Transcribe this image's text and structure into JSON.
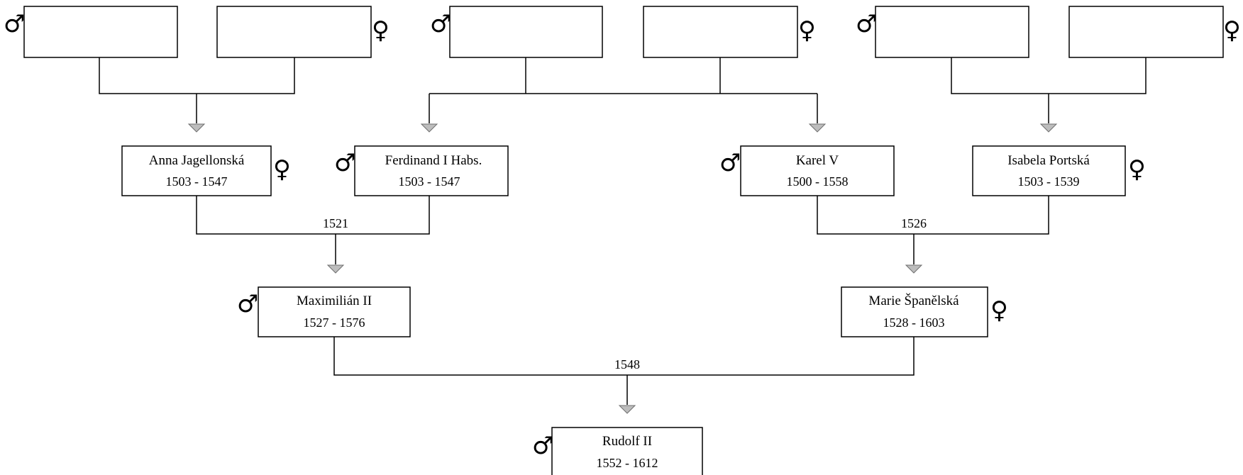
{
  "symbols": {
    "male": "♂",
    "female": "♀"
  },
  "people": {
    "rudolf": {
      "name": "Rudolf II",
      "years": "1552 - 1612",
      "sex": "male"
    },
    "maximilian": {
      "name": "Maximilián II",
      "years": "1527 - 1576",
      "sex": "male"
    },
    "marie": {
      "name": "Marie Španělská",
      "years": "1528 - 1603",
      "sex": "female"
    },
    "anna": {
      "name": "Anna Jagellonská",
      "years": "1503 - 1547",
      "sex": "female"
    },
    "ferdinand": {
      "name": "Ferdinand I Habs.",
      "years": "1503 - 1547",
      "sex": "male"
    },
    "karel": {
      "name": "Karel V",
      "years": "1500 - 1558",
      "sex": "male"
    },
    "isabela": {
      "name": "Isabela Portská",
      "years": "1503 - 1539",
      "sex": "female"
    }
  },
  "marriages": {
    "maximilian_marie": "1548",
    "anna_ferdinand": "1521",
    "karel_isabela": "1526"
  }
}
